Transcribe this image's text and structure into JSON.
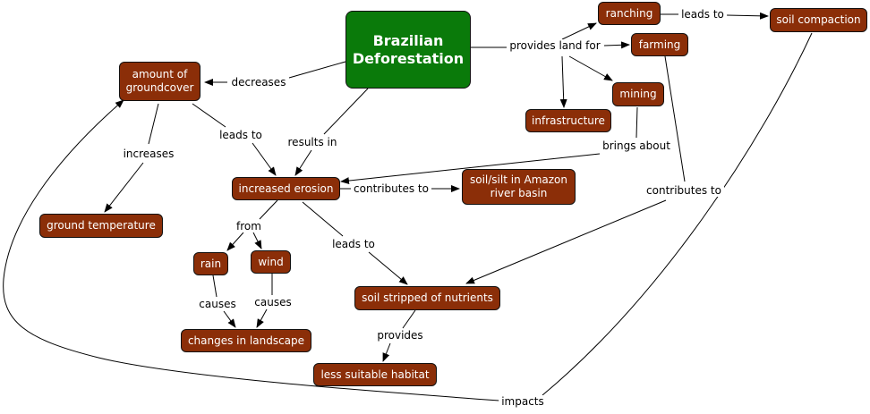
{
  "title": "Brazilian Deforestation",
  "concepts": {
    "root": "Brazilian Deforestation",
    "groundcover": "amount of groundcover",
    "ranching": "ranching",
    "soil_compaction": "soil compaction",
    "farming": "farming",
    "mining": "mining",
    "infrastructure": "infrastructure",
    "increased_erosion": "increased erosion",
    "soil_silt": "soil/silt in Amazon river basin",
    "ground_temperature": "ground temperature",
    "rain": "rain",
    "wind": "wind",
    "changes_landscape": "changes in landscape",
    "soil_stripped": "soil stripped of nutrients",
    "less_habitat": "less suitable habitat"
  },
  "links": {
    "decreases": "decreases",
    "provides_land_for": "provides land for",
    "leads_to_compaction": "leads to",
    "leads_to_erosion": "leads to",
    "results_in": "results in",
    "increases": "increases",
    "brings_about": "brings about",
    "contributes_to_silt": "contributes to",
    "contributes_to_soil": "contributes to",
    "from": "from",
    "causes_rain": "causes",
    "causes_wind": "causes",
    "leads_to_stripped": "leads to",
    "provides": "provides",
    "impacts": "impacts"
  }
}
